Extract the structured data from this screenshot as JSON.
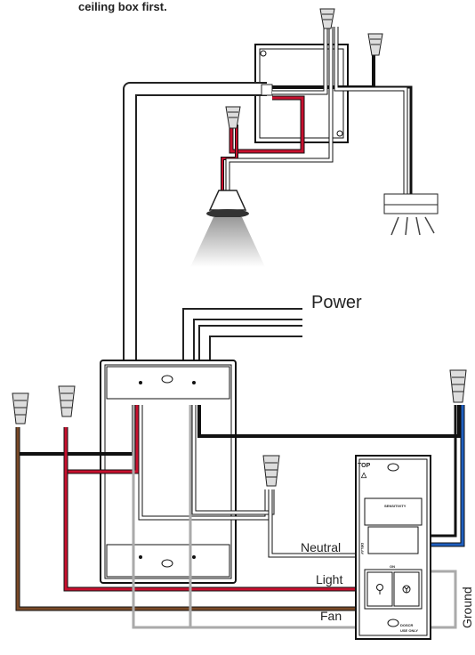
{
  "caption": "ceiling box first.",
  "labels": {
    "power": "Power",
    "neutral": "Neutral",
    "light": "Light",
    "fan": "Fan",
    "ground": "Ground"
  },
  "switch": {
    "top": "TOP",
    "top_mark": "△",
    "sensitivity": "SENSITIVITY",
    "delay": "DELAY",
    "on_label": "ON",
    "light_icon": "bulb-icon",
    "fan_icon": "fan-icon",
    "footer_line1": "DOSCR",
    "footer_line2": "USE ONLY"
  },
  "colors": {
    "hot": "#111111",
    "red": "#c8102e",
    "neutral": "#ffffff",
    "ground": "#aaaaaa",
    "fan": "#7a4a28",
    "blue": "#1f5fbf"
  }
}
